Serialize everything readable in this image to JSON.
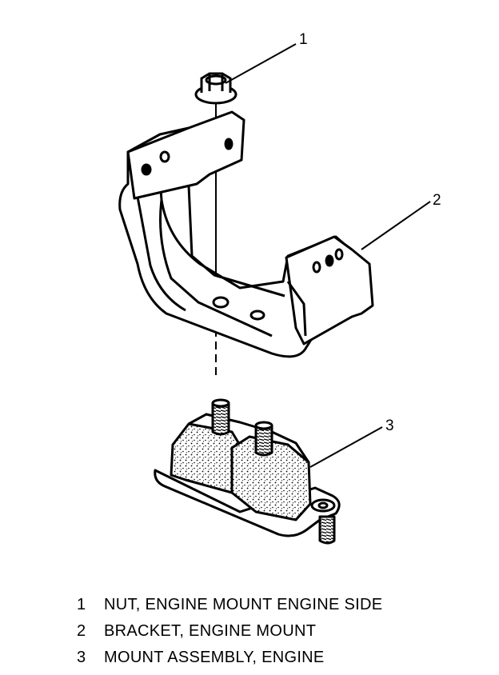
{
  "callouts": [
    "1",
    "2",
    "3"
  ],
  "legend": [
    {
      "number": "1",
      "text": "NUT, ENGINE MOUNT ENGINE SIDE"
    },
    {
      "number": "2",
      "text": "BRACKET, ENGINE MOUNT"
    },
    {
      "number": "3",
      "text": "MOUNT ASSEMBLY, ENGINE"
    }
  ]
}
